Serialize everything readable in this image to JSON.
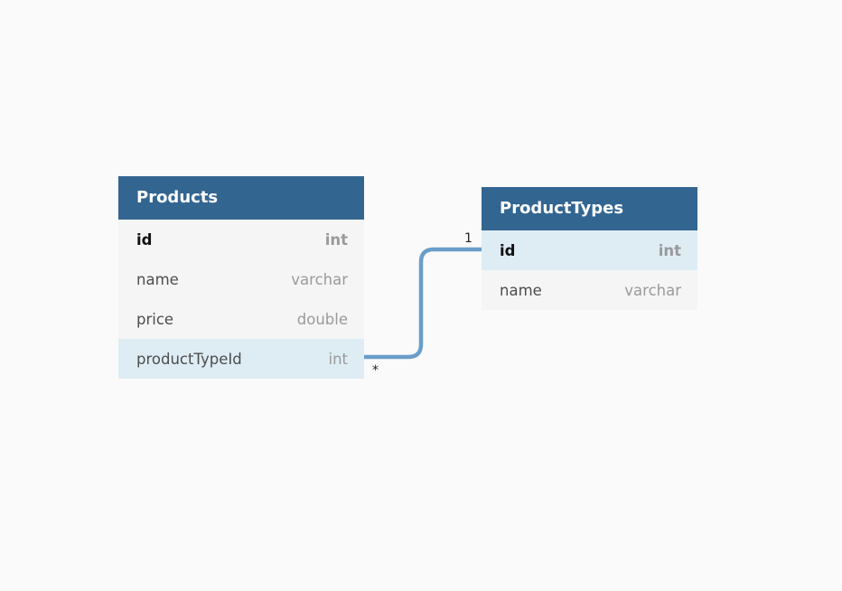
{
  "tables": [
    {
      "title": "Products",
      "fields": [
        {
          "name": "id",
          "type": "int",
          "pk": true,
          "highlight": false
        },
        {
          "name": "name",
          "type": "varchar",
          "pk": false,
          "highlight": false
        },
        {
          "name": "price",
          "type": "double",
          "pk": false,
          "highlight": false
        },
        {
          "name": "productTypeId",
          "type": "int",
          "pk": false,
          "highlight": true
        }
      ]
    },
    {
      "title": "ProductTypes",
      "fields": [
        {
          "name": "id",
          "type": "int",
          "pk": true,
          "highlight": true
        },
        {
          "name": "name",
          "type": "varchar",
          "pk": false,
          "highlight": false
        }
      ]
    }
  ],
  "relationship": {
    "from": "Products.productTypeId",
    "to": "ProductTypes.id",
    "from_cardinality": "*",
    "to_cardinality": "1",
    "color": "#6a9ec9"
  },
  "colors": {
    "header": "#336591",
    "highlight_row": "#deedf4",
    "background": "#fafafa"
  }
}
